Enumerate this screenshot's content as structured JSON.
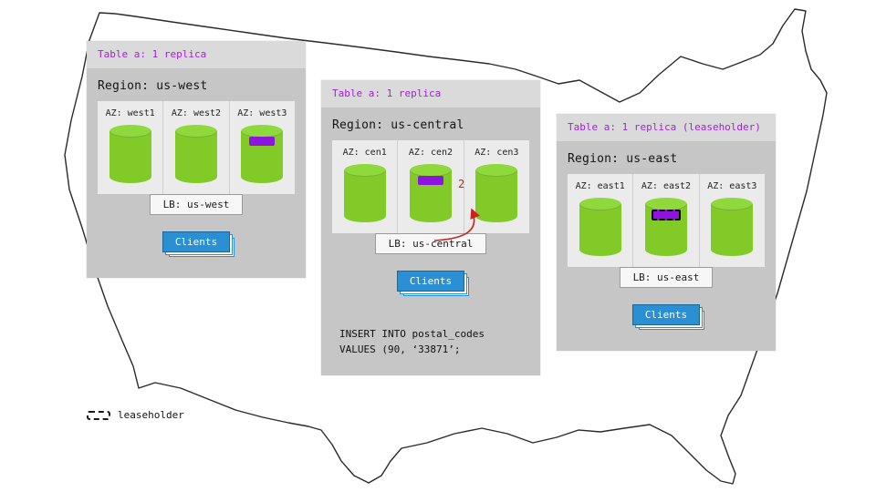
{
  "colors": {
    "accent_purple": "#a420d8",
    "badge_purple": "#8d14dd",
    "replica_green": "#82ca28",
    "client_blue": "#2b8fd3",
    "arrow_red": "#cc2222",
    "panel_header_gray": "#dadada",
    "panel_body_gray": "#c6c6c6"
  },
  "panels": [
    {
      "table_label": "Table a: 1 replica",
      "region_label": "Region: us-west",
      "azs": [
        {
          "label": "AZ: west1",
          "replica": false,
          "leaseholder": false
        },
        {
          "label": "AZ: west2",
          "replica": false,
          "leaseholder": false
        },
        {
          "label": "AZ: west3",
          "replica": true,
          "leaseholder": false
        }
      ],
      "lb_label": "LB: us-west",
      "clients_label": "Clients"
    },
    {
      "table_label": "Table a: 1 replica",
      "region_label": "Region: us-central",
      "azs": [
        {
          "label": "AZ: cen1",
          "replica": false,
          "leaseholder": false
        },
        {
          "label": "AZ: cen2",
          "replica": true,
          "leaseholder": false
        },
        {
          "label": "AZ: cen3",
          "replica": false,
          "leaseholder": false
        }
      ],
      "lb_label": "LB: us-central",
      "clients_label": "Clients"
    },
    {
      "table_label": "Table a: 1 replica (leaseholder)",
      "region_label": "Region: us-east",
      "azs": [
        {
          "label": "AZ: east1",
          "replica": false,
          "leaseholder": false
        },
        {
          "label": "AZ: east2",
          "replica": true,
          "leaseholder": true
        },
        {
          "label": "AZ: east3",
          "replica": false,
          "leaseholder": false
        }
      ],
      "lb_label": "LB: us-east",
      "clients_label": "Clients"
    }
  ],
  "annotation": {
    "step_number": "2"
  },
  "sql": {
    "line1": "INSERT INTO postal_codes",
    "line2": "VALUES (90, ‘33871’;"
  },
  "legend": {
    "label": "leaseholder"
  }
}
